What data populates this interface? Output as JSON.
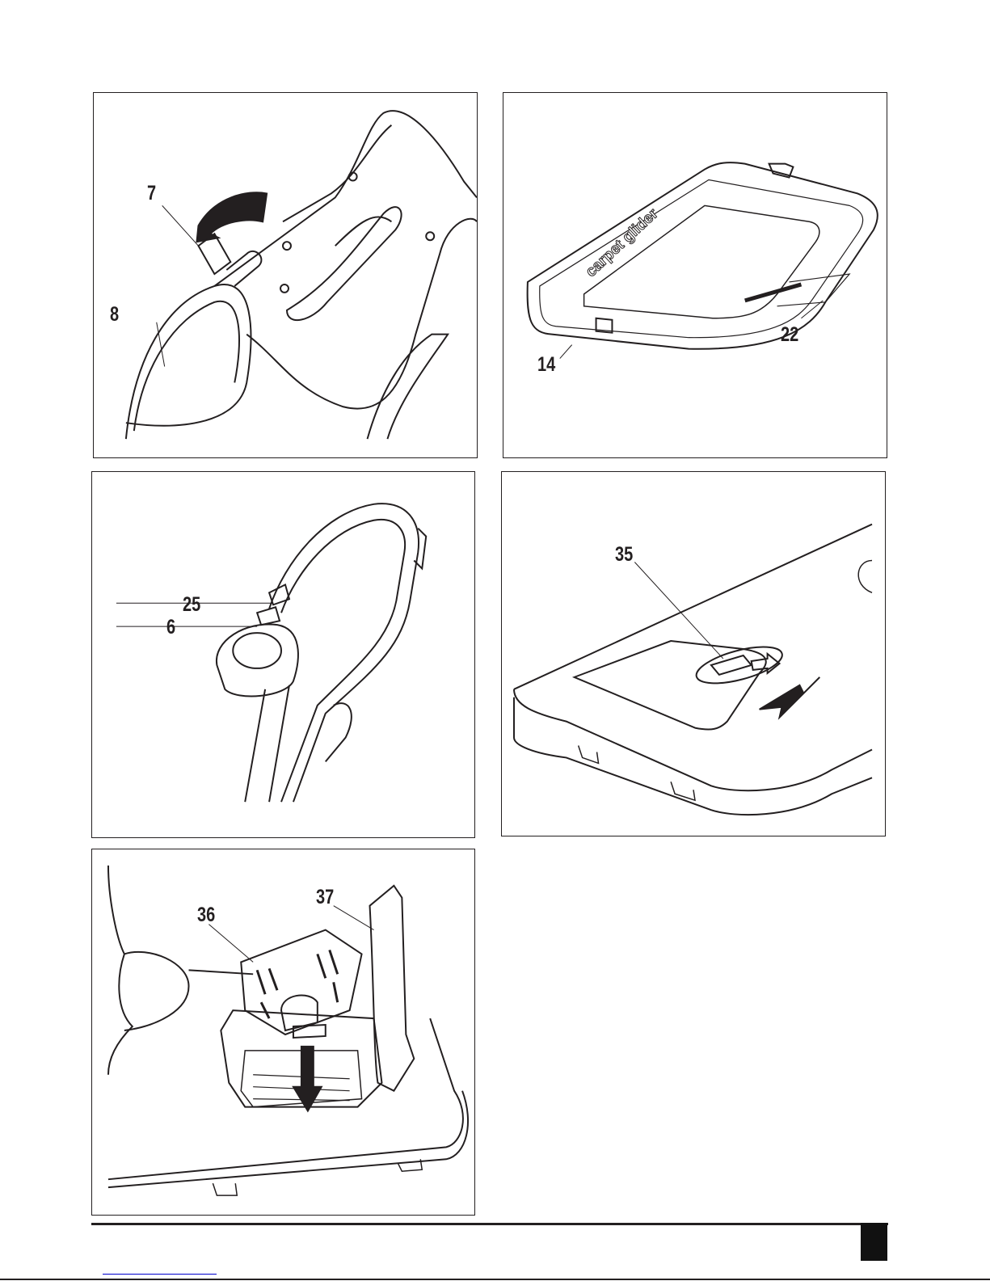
{
  "figures": [
    {
      "id": "A",
      "callouts": [
        "7",
        "8"
      ]
    },
    {
      "id": "B",
      "callouts": [
        "14",
        "22"
      ],
      "embossed_text": "carpet glider"
    },
    {
      "id": "C",
      "callouts": [
        "25",
        "6"
      ]
    },
    {
      "id": "D",
      "callouts": [
        "35"
      ]
    },
    {
      "id": "E",
      "callouts": [
        "36",
        "37"
      ]
    }
  ],
  "colors": {
    "ink": "#231f20",
    "link": "#0000cc"
  }
}
